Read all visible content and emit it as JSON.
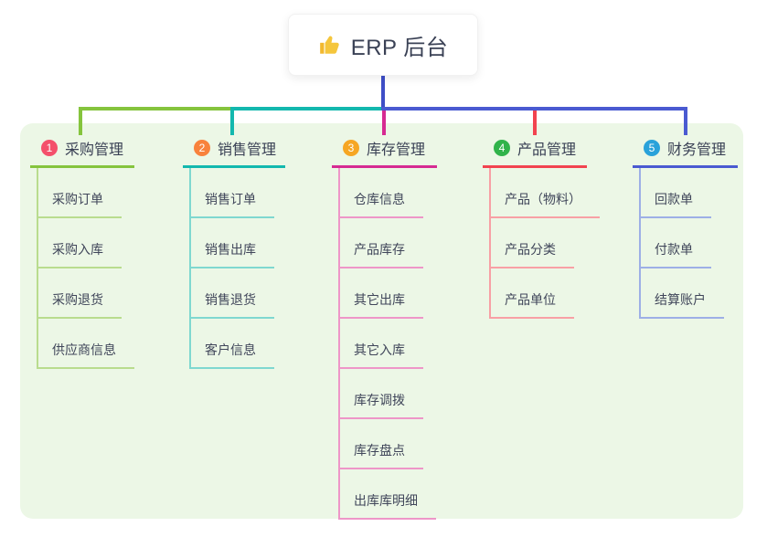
{
  "root": {
    "title": "ERP 后台",
    "icon": "thumbs-up"
  },
  "colors": {
    "root_edge": "#3e4ec7",
    "panel_bg": "#ecf7e6",
    "card_bg": "#ffffff",
    "title_text": "#3a4155",
    "child_text": "#40465a",
    "thumb_icon": "#f2b82e"
  },
  "branches": [
    {
      "num": "1",
      "title": "采购管理",
      "color": "#85c43d",
      "child_color": "#b9dc8e",
      "badge_color": "#f4506b",
      "children": [
        "采购订单",
        "采购入库",
        "采购退货",
        "供应商信息"
      ]
    },
    {
      "num": "2",
      "title": "销售管理",
      "color": "#13b8ae",
      "child_color": "#7fd8d0",
      "badge_color": "#f8823c",
      "children": [
        "销售订单",
        "销售出库",
        "销售退货",
        "客户信息"
      ]
    },
    {
      "num": "3",
      "title": "库存管理",
      "color": "#d62a92",
      "child_color": "#ee96c8",
      "badge_color": "#f6a623",
      "children": [
        "仓库信息",
        "产品库存",
        "其它出库",
        "其它入库",
        "库存调拨",
        "库存盘点",
        "出库库明细"
      ]
    },
    {
      "num": "4",
      "title": "产品管理",
      "color": "#f2434f",
      "child_color": "#f8a0a5",
      "badge_color": "#30b34a",
      "children": [
        "产品（物料）",
        "产品分类",
        "产品单位"
      ]
    },
    {
      "num": "5",
      "title": "财务管理",
      "color": "#4a5ad1",
      "child_color": "#9dafe6",
      "badge_color": "#29a2da",
      "children": [
        "回款单",
        "付款单",
        "结算账户"
      ]
    }
  ]
}
